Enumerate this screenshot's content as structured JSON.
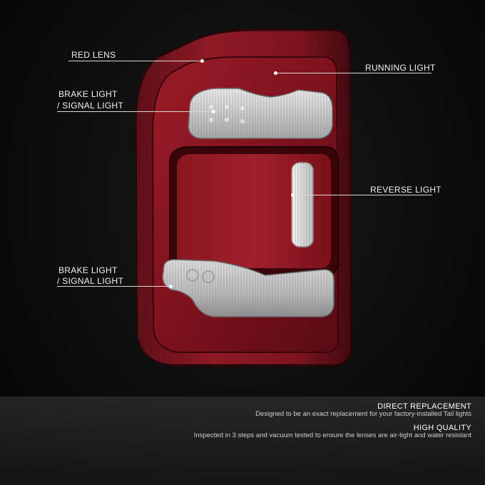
{
  "callouts": {
    "red_lens": "RED LENS",
    "running_light": "RUNNING LIGHT",
    "brake_signal_top_line1": "BRAKE LIGHT",
    "brake_signal_top_line2": "/ SIGNAL LIGHT",
    "reverse_light": "REVERSE LIGHT",
    "brake_signal_bottom_line1": "BRAKE LIGHT",
    "brake_signal_bottom_line2": "/ SIGNAL LIGHT"
  },
  "features": [
    {
      "title": "DIRECT REPLACEMENT",
      "description": "Designed to be an exact replacement for your factory-installed Tail lights"
    },
    {
      "title": "HIGH QUALITY",
      "description": "Inspected in 3 steps and vacuum tested to ensure the lenses are air-tight and water resistant"
    }
  ],
  "colors": {
    "lens_red": "#8e1420",
    "lens_dark_red": "#4a0a10",
    "clear_lens": "#d9d9d9",
    "background": "#0c0c0c"
  }
}
